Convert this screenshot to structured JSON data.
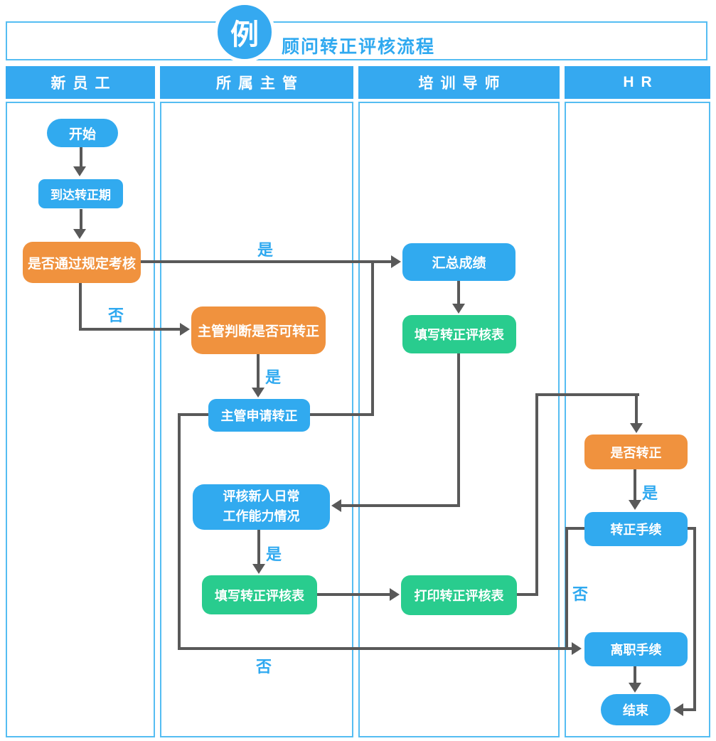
{
  "title_bar": {
    "badge": "例",
    "title": "顾问转正评核流程"
  },
  "lanes": [
    {
      "label": "新员工"
    },
    {
      "label": "所属主管"
    },
    {
      "label": "培训导师"
    },
    {
      "label": "HR"
    }
  ],
  "nodes": {
    "start": "开始",
    "reach_probation_end": "到达转正期",
    "pass_required_exam": "是否通过规定考核",
    "supervisor_judge": "主管判断是否可转正",
    "supervisor_apply": "主管申请转正",
    "evaluate_daily_l1": "评核新人日常",
    "evaluate_daily_l2": "工作能力情况",
    "fill_review_form_supervisor": "填写转正评核表",
    "summarize_scores": "汇总成绩",
    "fill_review_form_mentor": "填写转正评核表",
    "print_review_form": "打印转正评核表",
    "confirm_regularization": "是否转正",
    "regularization_procedure": "转正手续",
    "resignation_procedure": "离职手续",
    "end": "结束"
  },
  "edge_labels": {
    "yes": "是",
    "no": "否"
  },
  "colors": {
    "blue": "#31AAEF",
    "orange": "#F0923E",
    "green": "#29CC8E",
    "line": "#595959",
    "lane_border": "#55BDF2",
    "header_fill": "#35A9F0",
    "label_blue": "#2FA9F0"
  }
}
